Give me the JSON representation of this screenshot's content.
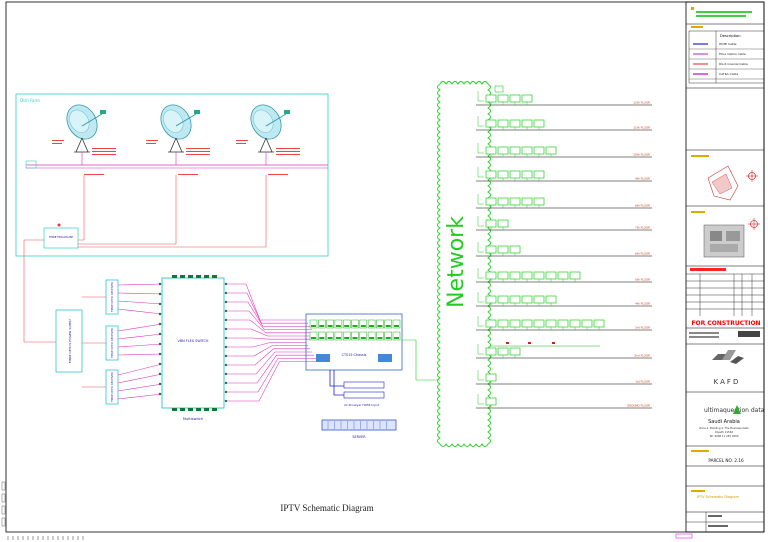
{
  "diagram": {
    "title": "IPTV Schematic Diagram",
    "network_label": "Network",
    "dish_farm_label": "Dish Farm",
    "fibre_enclosure_label": "FIBRE ENCLOSURE",
    "optical_switch_label": "FIBRE OPTICS POWER SUPPLY",
    "multiswitch_caption": "Multiswitch",
    "flex_switch_label": "VBN FLEX SWITCH",
    "chassis_label": "CTS15 Chassis",
    "hdmi_input_label": "2x Proskyer HDMI Input",
    "server_label": "SERVER",
    "fibre_units": [
      "FIBRE OPTIC RECEIVER",
      "FIBRE OPTIC RECEIVER",
      "FIBRE OPTIC RECEIVER"
    ],
    "floors": [
      {
        "label": "12th FLOOR",
        "tvs": 4
      },
      {
        "label": "11th FLOOR",
        "tvs": 5
      },
      {
        "label": "10th FLOOR",
        "tvs": 6
      },
      {
        "label": "9th FLOOR",
        "tvs": 5
      },
      {
        "label": "8th FLOOR",
        "tvs": 5
      },
      {
        "label": "7th FLOOR",
        "tvs": 2
      },
      {
        "label": "6th FLOOR",
        "tvs": 3
      },
      {
        "label": "5th FLOOR",
        "tvs": 8
      },
      {
        "label": "4th FLOOR",
        "tvs": 6
      },
      {
        "label": "3rd FLOOR",
        "tvs": 10
      },
      {
        "label": "2nd FLOOR",
        "tvs": 3
      },
      {
        "label": "1st FLOOR",
        "tvs": 1
      },
      {
        "label": "GROUND FLOOR",
        "tvs": 1
      }
    ]
  },
  "legend": {
    "heading": "Description",
    "items": [
      {
        "label": "HDMI Cable",
        "color": "#2222cc"
      },
      {
        "label": "Fibre Optics cable",
        "color": "#cc44cc"
      },
      {
        "label": "RG-6 Coaxial Cable",
        "color": "#ee4444"
      },
      {
        "label": "CAT6A Cable",
        "color": "#cc00cc"
      }
    ]
  },
  "title_block": {
    "status": "FOR CONSTRUCTION",
    "logo": "KAFD",
    "company": "ultimaquestion data",
    "country": "Saudi Arabia",
    "address_1": "Zone 2, Building 4, The Business Gate",
    "address_2": "Riyadh 11564",
    "address_3": "Tel: 0096 11 282 0000",
    "parcel": "PARCEL NO. 2.16",
    "drawing_title": "IPTV Schematic Diagram"
  },
  "colors": {
    "dish_frame": "#33cccc",
    "network": "#22cc22",
    "multiswitch": "#11bbcc",
    "chassis": "#3366cc",
    "server": "#3355cc",
    "fibre": "#ee5555",
    "coax": "#dd33bb",
    "status_red": "#ff0000"
  }
}
